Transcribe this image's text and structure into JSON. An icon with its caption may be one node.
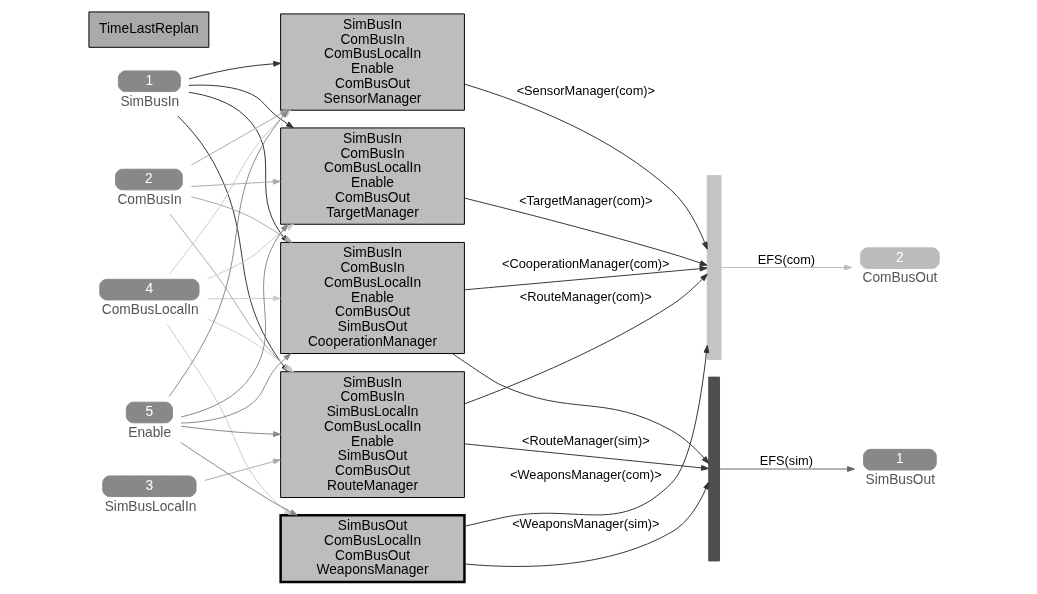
{
  "diagram": {
    "nodes": [
      {
        "text": [
          "1"
        ],
        "beside": [
          "SimBusIn"
        ]
      },
      {
        "text": [
          "2"
        ],
        "beside": [
          "ComBusIn"
        ]
      },
      {
        "text": [
          "3"
        ],
        "beside": [
          "SimBusLocalIn"
        ]
      },
      {
        "text": [
          "4"
        ],
        "beside": [
          "ComBusLocalIn"
        ]
      },
      {
        "text": [
          "5"
        ],
        "beside": [
          "Enable"
        ]
      },
      {
        "text": [
          "SimBusIn",
          "ComBusIn",
          "ComBusLocalIn",
          "Enable",
          "ComBusOut",
          "SensorManager"
        ]
      },
      {
        "text": [
          "SimBusIn",
          "ComBusIn",
          "ComBusLocalIn",
          "Enable",
          "ComBusOut",
          "TargetManager"
        ]
      },
      {
        "text": [
          "SimBusOut",
          "ComBusLocalIn",
          "ComBusOut",
          "WeaponsManager"
        ]
      },
      {
        "text": [
          "SimBusIn",
          "ComBusIn",
          "ComBusLocalIn",
          "Enable",
          "ComBusOut",
          "SimBusOut",
          "CooperationManager"
        ]
      },
      {
        "text": [
          "SimBusIn",
          "ComBusIn",
          "SimBusLocalIn",
          "ComBusLocalIn",
          "Enable",
          "SimBusOut",
          "ComBusOut",
          "RouteManager"
        ]
      },
      {
        "text": [],
        "shape": "bar"
      },
      {
        "text": [],
        "shape": "bar"
      },
      {
        "text": [
          "1"
        ],
        "beside": [
          "SimBusOut"
        ]
      },
      {
        "text": [
          "2"
        ],
        "beside": [
          "ComBusOut"
        ]
      },
      {
        "text": [
          "TimeLastReplan"
        ]
      }
    ],
    "edges": [
      {
        "from": 0,
        "to": 5,
        "arrow": "to"
      },
      {
        "from": 0,
        "to": 6,
        "arrow": "to"
      },
      {
        "from": 0,
        "to": 8,
        "arrow": "to"
      },
      {
        "from": 0,
        "to": 9,
        "arrow": "to"
      },
      {
        "from": 1,
        "to": 5,
        "arrow": "to",
        "color": "#aaaaaa"
      },
      {
        "from": 1,
        "to": 6,
        "arrow": "to",
        "color": "#aaaaaa"
      },
      {
        "from": 1,
        "to": 8,
        "arrow": "to",
        "color": "#aaaaaa"
      },
      {
        "from": 1,
        "to": 9,
        "arrow": "to",
        "color": "#aaaaaa"
      },
      {
        "from": 2,
        "to": 9,
        "arrow": "to",
        "color": "#aaaaaa"
      },
      {
        "from": 3,
        "to": 5,
        "arrow": "to",
        "color": "#cccccc"
      },
      {
        "from": 3,
        "to": 6,
        "arrow": "to",
        "color": "#cccccc"
      },
      {
        "from": 3,
        "to": 7,
        "arrow": "to",
        "color": "#cccccc"
      },
      {
        "from": 3,
        "to": 8,
        "arrow": "to",
        "color": "#cccccc"
      },
      {
        "from": 3,
        "to": 9,
        "arrow": "to",
        "color": "#cccccc"
      },
      {
        "from": 4,
        "to": 5,
        "arrow": "to",
        "color": "#888888"
      },
      {
        "from": 4,
        "to": 6,
        "arrow": "to",
        "color": "#888888"
      },
      {
        "from": 4,
        "to": 7,
        "arrow": "to",
        "color": "#888888"
      },
      {
        "from": 4,
        "to": 8,
        "arrow": "to",
        "color": "#888888"
      },
      {
        "from": 4,
        "to": 9,
        "arrow": "to",
        "color": "#888888"
      },
      {
        "from": 5,
        "to": 10,
        "arrow": "to",
        "label": "<SensorManager(com)>"
      },
      {
        "from": 6,
        "to": 10,
        "arrow": "to",
        "label": "<TargetManager(com)>"
      },
      {
        "from": 7,
        "to": 11,
        "arrow": "to",
        "label": "<WeaponsManager(sim)>"
      },
      {
        "from": 7,
        "to": 10,
        "arrow": "to",
        "label": "<WeaponsManager(com)>"
      },
      {
        "from": 8,
        "to": 10,
        "arrow": "to",
        "label": "<CooperationManager(com)>"
      },
      {
        "from": 8,
        "to": 11,
        "arrow": "to"
      },
      {
        "from": 9,
        "to": 11,
        "arrow": "to",
        "label": "<RouteManager(sim)>"
      },
      {
        "from": 9,
        "to": 10,
        "arrow": "to",
        "label": "<RouteManager(com)>"
      },
      {
        "from": 11,
        "to": 12,
        "arrow": "to",
        "label": "EFS(sim)",
        "color": "#666666"
      },
      {
        "from": 10,
        "to": 13,
        "arrow": "to",
        "label": "EFS(com)",
        "color": "#bbbbbb"
      }
    ]
  }
}
